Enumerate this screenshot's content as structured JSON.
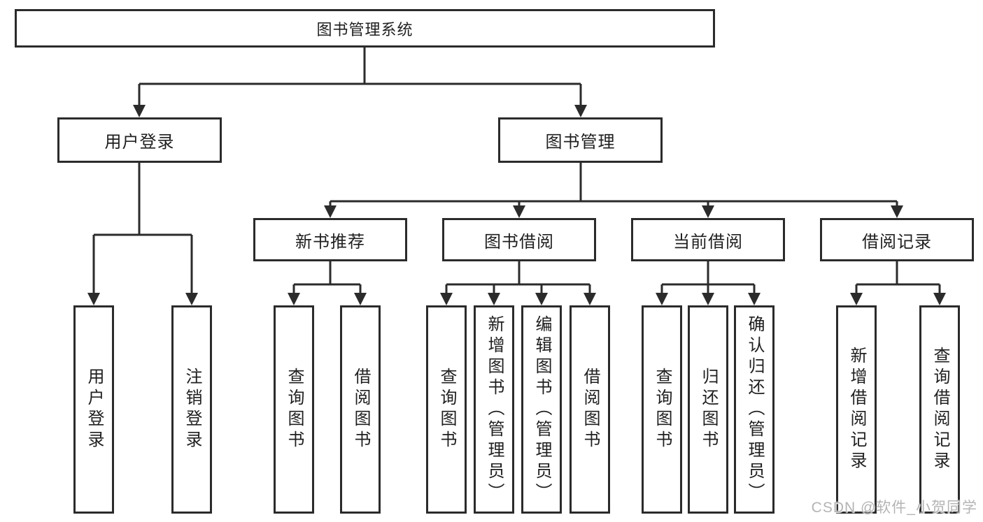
{
  "diagram": {
    "nodes": {
      "root": {
        "label": "图书管理系统"
      },
      "user_login": {
        "label": "用户登录"
      },
      "book_mgmt": {
        "label": "图书管理"
      },
      "new_books": {
        "label": "新书推荐"
      },
      "book_borrow": {
        "label": "图书借阅"
      },
      "current_borrow": {
        "label": "当前借阅"
      },
      "borrow_records": {
        "label": "借阅记录"
      },
      "leaf_user_login": {
        "label": "用户登录"
      },
      "leaf_logout": {
        "label": "注销登录"
      },
      "leaf_nb_query": {
        "label": "查询图书"
      },
      "leaf_nb_borrow": {
        "label": "借阅图书"
      },
      "leaf_bb_query": {
        "label": "查询图书"
      },
      "leaf_bb_add": {
        "label": "新增图书（管理员）"
      },
      "leaf_bb_edit": {
        "label": "编辑图书（管理员）"
      },
      "leaf_bb_borrow": {
        "label": "借阅图书"
      },
      "leaf_cb_query": {
        "label": "查询图书"
      },
      "leaf_cb_return": {
        "label": "归还图书"
      },
      "leaf_cb_confirm": {
        "label": "确认归还（管理员）"
      },
      "leaf_br_add": {
        "label": "新增借阅记录"
      },
      "leaf_br_query": {
        "label": "查询借阅记录"
      }
    },
    "colors": {
      "line": "#2b2b2b",
      "box_border": "#2b2b2b",
      "text": "#1f1f1f",
      "watermark": "#b4b4b4",
      "background": "#ffffff"
    }
  },
  "watermark": {
    "text": "CSDN @软件_小贺同学"
  }
}
